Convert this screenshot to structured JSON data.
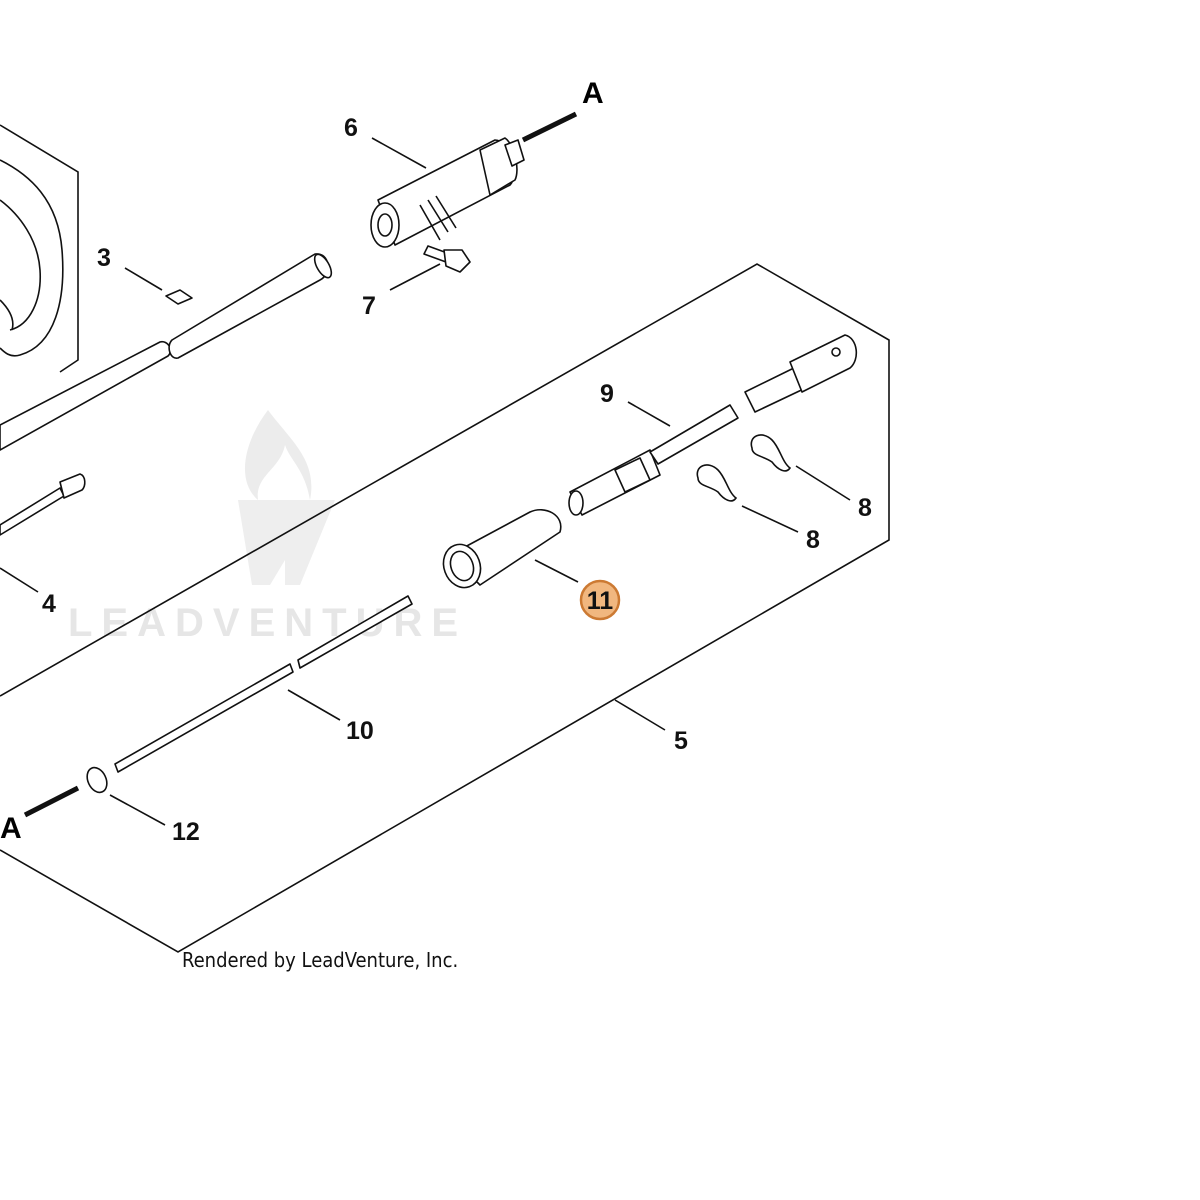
{
  "diagram": {
    "callouts": [
      {
        "id": "3",
        "label": "3"
      },
      {
        "id": "4",
        "label": "4"
      },
      {
        "id": "5",
        "label": "5"
      },
      {
        "id": "6",
        "label": "6"
      },
      {
        "id": "7",
        "label": "7"
      },
      {
        "id": "8a",
        "label": "8"
      },
      {
        "id": "8b",
        "label": "8"
      },
      {
        "id": "9",
        "label": "9"
      },
      {
        "id": "10",
        "label": "10"
      },
      {
        "id": "11",
        "label": "11",
        "highlighted": true
      },
      {
        "id": "12",
        "label": "12"
      }
    ],
    "connection_refs": [
      "A",
      "A"
    ],
    "watermark": "LEADVENTURE",
    "credit": "Rendered by LeadVenture, Inc.",
    "highlight_color": "#f1b77f"
  }
}
